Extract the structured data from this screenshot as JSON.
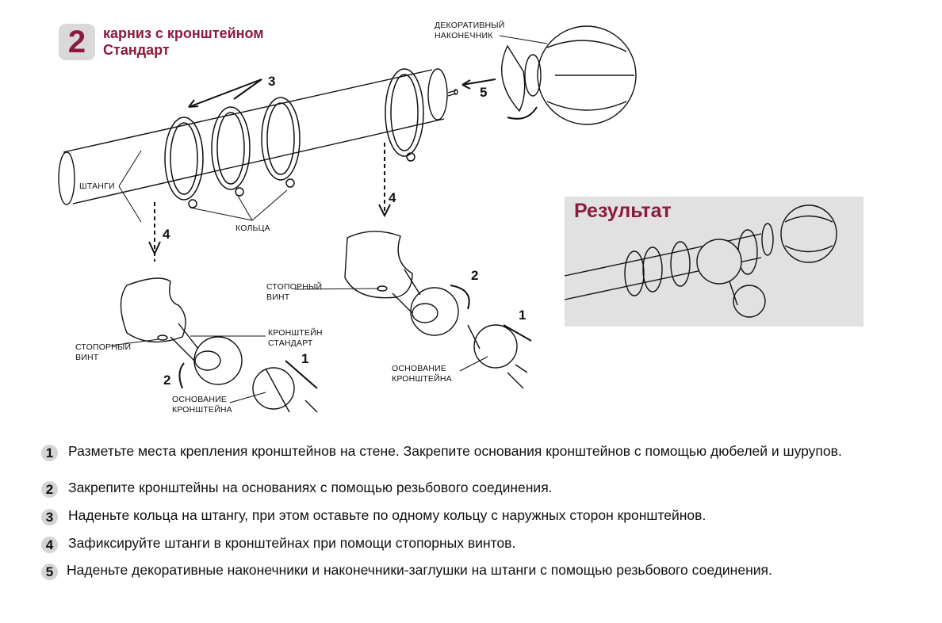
{
  "header": {
    "badge_number": "2",
    "title_line1": "карниз с кронштейном",
    "title_line2": "Стандарт"
  },
  "labels": {
    "finial_1": "ДЕКОРАТИВНЫЙ",
    "finial_2": "НАКОНЕЧНИК",
    "rods": "ШТАНГИ",
    "rings": "КОЛЬЦА",
    "screw_right_1": "СТОПОРНЫЙ",
    "screw_right_2": "ВИНТ",
    "bracket_1": "КРОНШТЕЙН",
    "bracket_2": "СТАНДАРТ",
    "screw_left_1": "СТОПОРНЫЙ",
    "screw_left_2": "ВИНТ",
    "base_right_1": "ОСНОВАНИЕ",
    "base_right_2": "КРОНШТЕЙНА",
    "base_left_1": "ОСНОВАНИЕ",
    "base_left_2": "КРОНШТЕЙНА"
  },
  "step_markers": {
    "rings": "3",
    "finial": "5",
    "left_drop": "4",
    "right_drop": "4",
    "right_twist": "2",
    "right_base": "1",
    "left_base": "1",
    "left_twist": "2"
  },
  "result": {
    "title": "Результат"
  },
  "steps": [
    {
      "n": "1",
      "text": "Разметьте места крепления кронштейнов на стене. Закрепите основания кронштейнов с помощью дюбелей и шурупов."
    },
    {
      "n": "2",
      "text": "Закрепите кронштейны на основаниях с помощью резьбового соединения."
    },
    {
      "n": "3",
      "text": "Наденьте кольца на штангу, при этом оставьте по одному кольцу с наружных сторон кронштейнов."
    },
    {
      "n": "4",
      "text": "Зафиксируйте штанги в кронштейнах при помощи стопорных винтов."
    },
    {
      "n": "5",
      "text": "Наденьте декоративные наконечники и наконечники-заглушки на штанги с помощью резьбового соединения."
    }
  ]
}
